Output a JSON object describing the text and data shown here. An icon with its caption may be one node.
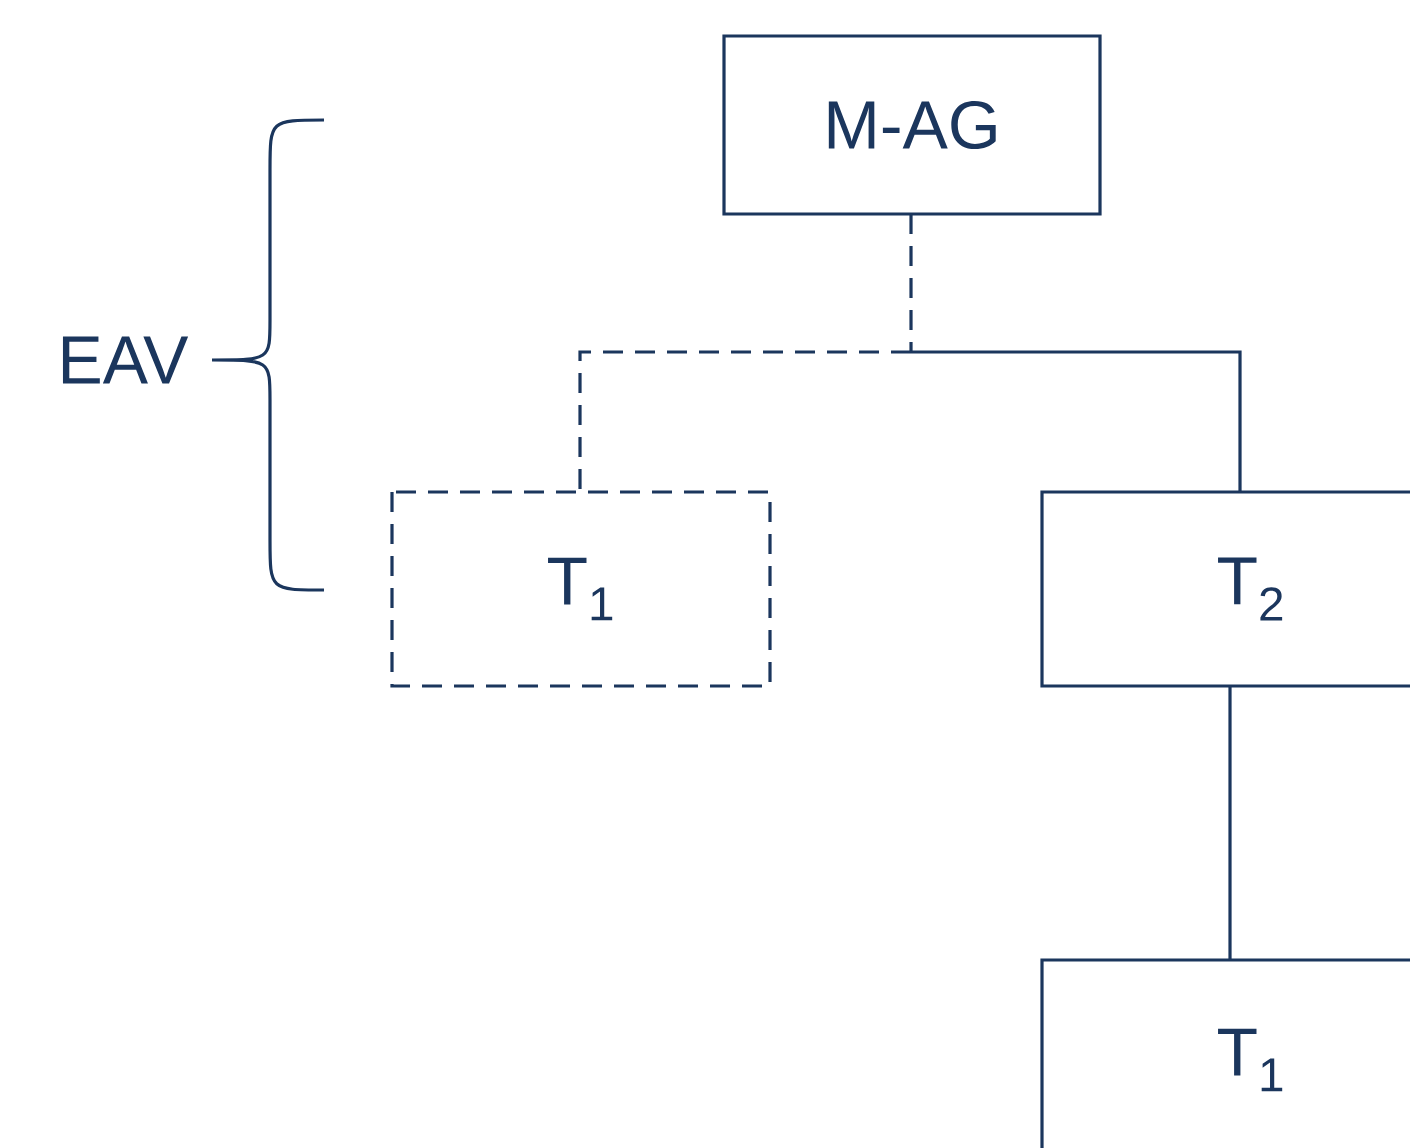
{
  "diagram": {
    "nodes": [
      {
        "text": [
          "M-AG"
        ]
      },
      {
        "text": [
          "T$_{1}$"
        ]
      },
      {
        "text": [
          "T$_{2}$"
        ]
      },
      {
        "text": [
          "T$_{1}$"
        ]
      }
    ],
    "edges": [
      {
        "from": 0,
        "to": 1,
        "arrow": "none",
        "style": "dashed"
      },
      {
        "from": 0,
        "to": 2,
        "arrow": "none"
      },
      {
        "from": 2,
        "to": 3,
        "arrow": "none"
      }
    ],
    "labels": [
      "EAV"
    ]
  }
}
